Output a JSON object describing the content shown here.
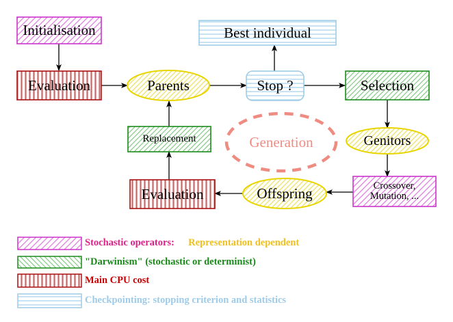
{
  "diagram": {
    "title": "Evolutionary Algorithm Flow Diagram",
    "nodes": {
      "initialisation": {
        "label": "Initialisation",
        "shape": "rect",
        "fill_pattern": "diagonal-hatch",
        "color": "#cc33cc"
      },
      "evaluation_top": {
        "label": "Evaluation",
        "shape": "rect",
        "fill_pattern": "vertical-hatch",
        "color": "#aa1111"
      },
      "parents": {
        "label": "Parents",
        "shape": "ellipse",
        "fill_pattern": "diagonal-hatch",
        "color": "#e8d500"
      },
      "stop": {
        "label": "Stop ?",
        "shape": "rounded-rect",
        "fill_pattern": "horizontal-hatch",
        "color": "#9ecbe8"
      },
      "best_individual": {
        "label": "Best individual",
        "shape": "rect",
        "fill_pattern": "horizontal-hatch",
        "color": "#9ecbe8"
      },
      "selection": {
        "label": "Selection",
        "shape": "rect",
        "fill_pattern": "diagonal-hatch",
        "color": "#1a8a1a"
      },
      "genitors": {
        "label": "Genitors",
        "shape": "ellipse",
        "fill_pattern": "diagonal-hatch",
        "color": "#e8d500"
      },
      "crossover": {
        "label": "Crossover,",
        "label2": "Mutation, ...",
        "shape": "rect",
        "fill_pattern": "diagonal-hatch",
        "color": "#cc33cc"
      },
      "offspring": {
        "label": "Offspring",
        "shape": "ellipse",
        "fill_pattern": "diagonal-hatch",
        "color": "#e8d500"
      },
      "evaluation_bottom": {
        "label": "Evaluation",
        "shape": "rect",
        "fill_pattern": "vertical-hatch",
        "color": "#aa1111"
      },
      "replacement": {
        "label": "Replacement",
        "shape": "rect",
        "fill_pattern": "diagonal-hatch",
        "color": "#1a8a1a"
      },
      "generation": {
        "label": "Generation",
        "shape": "dashed-ellipse",
        "color": "#ef8c82"
      }
    },
    "edges": [
      {
        "from": "initialisation",
        "to": "evaluation_top"
      },
      {
        "from": "evaluation_top",
        "to": "parents"
      },
      {
        "from": "parents",
        "to": "stop"
      },
      {
        "from": "stop",
        "to": "best_individual"
      },
      {
        "from": "stop",
        "to": "selection"
      },
      {
        "from": "selection",
        "to": "genitors"
      },
      {
        "from": "genitors",
        "to": "crossover"
      },
      {
        "from": "crossover",
        "to": "offspring"
      },
      {
        "from": "offspring",
        "to": "evaluation_bottom"
      },
      {
        "from": "evaluation_bottom",
        "to": "replacement"
      },
      {
        "from": "replacement",
        "to": "parents"
      }
    ]
  },
  "legend": {
    "rows": [
      {
        "swatch_pattern": "diagonal-hatch",
        "swatch_color": "#cc33cc",
        "text": "Stochastic operators:",
        "text_color": "#e0218a",
        "text2": "Representation dependent",
        "text2_color": "#f0c020"
      },
      {
        "swatch_pattern": "diagonal-hatch-back",
        "swatch_color": "#1a8a1a",
        "text": "\"Darwinism\" (stochastic or determinist)",
        "text_color": "#1a8a1a",
        "text2": "",
        "text2_color": ""
      },
      {
        "swatch_pattern": "vertical-hatch",
        "swatch_color": "#aa1111",
        "text": "Main CPU cost",
        "text_color": "#cc0000",
        "text2": "",
        "text2_color": ""
      },
      {
        "swatch_pattern": "horizontal-hatch",
        "swatch_color": "#9ecbe8",
        "text": "Checkpointing: stopping criterion and statistics",
        "text_color": "#9ecbe8",
        "text2": "",
        "text2_color": ""
      }
    ]
  }
}
